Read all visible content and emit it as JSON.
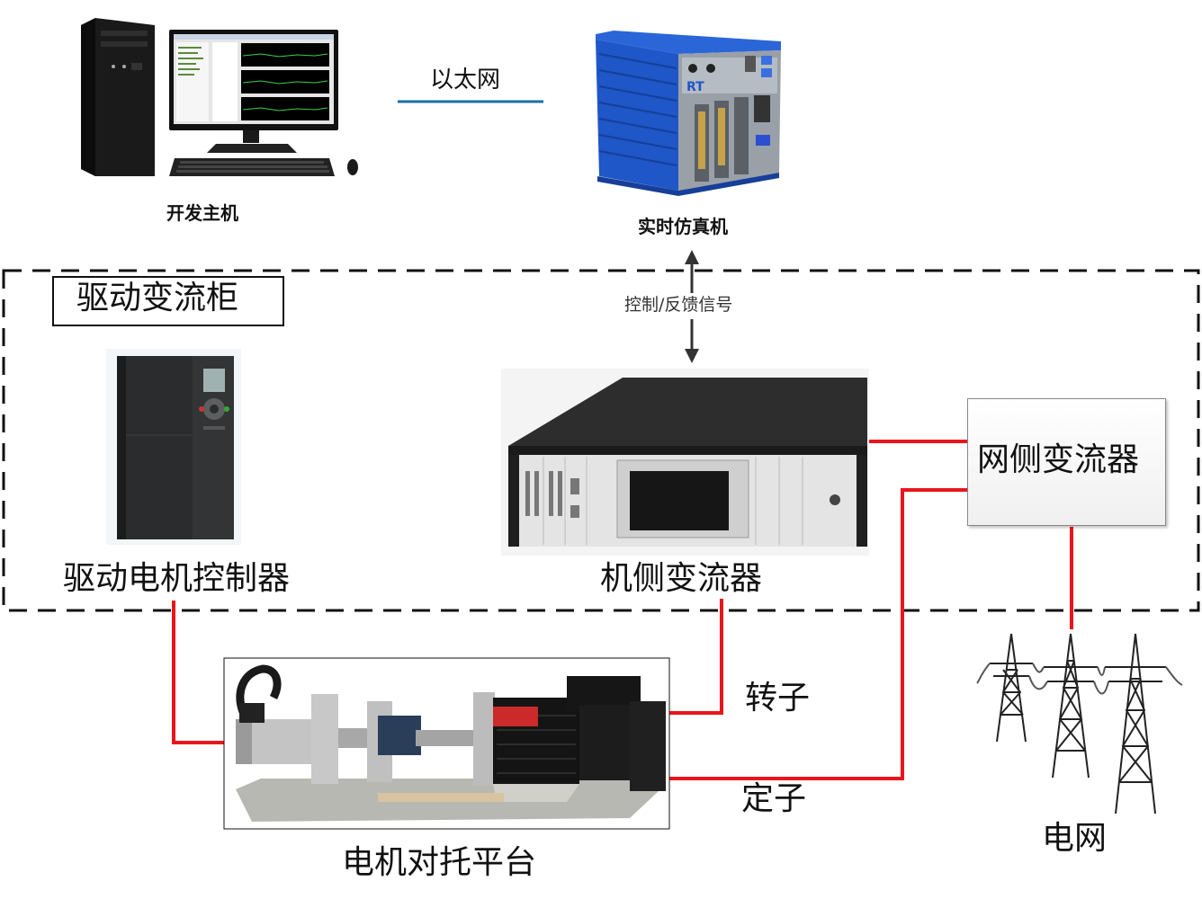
{
  "labels": {
    "dev_host": "开发主机",
    "ethernet": "以太网",
    "rt_sim": "实时仿真机",
    "cabinet": "驱动变流柜",
    "signal": "控制/反馈信号",
    "drive_ctrl": "驱动电机控制器",
    "machine_conv": "机侧变流器",
    "grid_conv": "网侧变流器",
    "rotor": "转子",
    "stator": "定子",
    "platform": "电机对托平台",
    "grid": "电网"
  },
  "colors": {
    "power_line": "#e8161c",
    "ethernet_line": "#1b6fa8",
    "rt_blue": "#1f56c8"
  }
}
